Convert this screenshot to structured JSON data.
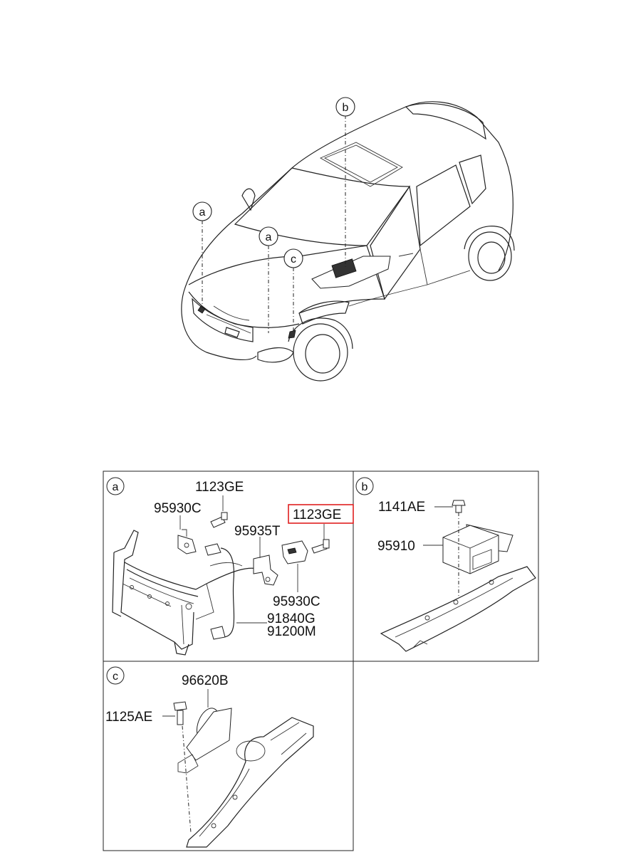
{
  "overview": {
    "callouts": [
      "a",
      "b",
      "a",
      "c"
    ]
  },
  "panel_a": {
    "tag": "a",
    "labels": {
      "p1123ge_top": "1123GE",
      "p95930c_top": "95930C",
      "p95935t": "95935T",
      "p1123ge_hl": "1123GE",
      "p95930c_bottom": "95930C",
      "p91840g": "91840G",
      "p91200m": "91200M"
    }
  },
  "panel_b": {
    "tag": "b",
    "labels": {
      "p1141ae": "1141AE",
      "p95910": "95910"
    }
  },
  "panel_c": {
    "tag": "c",
    "labels": {
      "p96620b": "96620B",
      "p1125ae": "1125AE"
    }
  },
  "highlight_color": "#e02020"
}
